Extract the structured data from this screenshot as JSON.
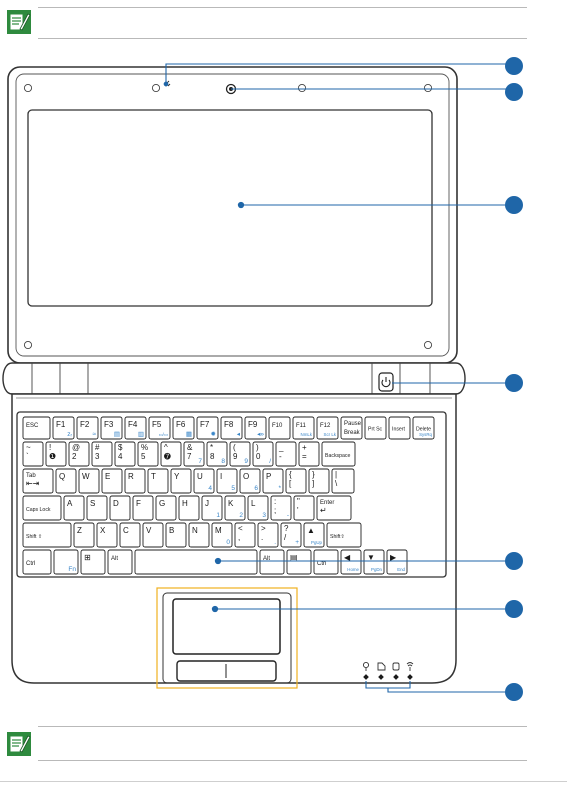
{
  "keyboard": {
    "rows": [
      [
        {
          "w": 27,
          "lines": [
            "ESC"
          ]
        },
        {
          "w": 21,
          "lines": [
            "F1"
          ],
          "fn": "zᵣ"
        },
        {
          "w": 21,
          "lines": [
            "F2"
          ],
          "fn": "≈"
        },
        {
          "w": 21,
          "lines": [
            "F3"
          ],
          "fn": "▤"
        },
        {
          "w": 21,
          "lines": [
            "F4"
          ],
          "fn": "▥"
        },
        {
          "w": 21,
          "lines": [
            "F5"
          ],
          "fn": "▭/▭"
        },
        {
          "w": 21,
          "lines": [
            "F6"
          ],
          "fn": "▦"
        },
        {
          "w": 21,
          "lines": [
            "F7"
          ],
          "fn": "✹"
        },
        {
          "w": 21,
          "lines": [
            "F8"
          ],
          "fn": "◂"
        },
        {
          "w": 21,
          "lines": [
            "F9"
          ],
          "fn": "◂»"
        },
        {
          "w": 21,
          "lines": [
            "F10"
          ]
        },
        {
          "w": 21,
          "lines": [
            "F11"
          ],
          "fn": "NmLk"
        },
        {
          "w": 21,
          "lines": [
            "F12"
          ],
          "fn": "Scr Lk"
        },
        {
          "w": 21,
          "lines": [
            "Pause",
            "Break"
          ]
        },
        {
          "w": 21,
          "lines": [
            "Prt Sc"
          ]
        },
        {
          "w": 21,
          "lines": [
            "Insert"
          ]
        },
        {
          "w": 21,
          "lines": [
            "Delete"
          ],
          "fn": "SysRq"
        }
      ],
      [
        {
          "w": 20,
          "lines": [
            "~",
            "`"
          ]
        },
        {
          "w": 20,
          "lines": [
            "!",
            "❶"
          ]
        },
        {
          "w": 20,
          "lines": [
            "@",
            "2"
          ]
        },
        {
          "w": 20,
          "lines": [
            "#",
            "3"
          ]
        },
        {
          "w": 20,
          "lines": [
            "$",
            "4"
          ]
        },
        {
          "w": 20,
          "lines": [
            "%",
            "5"
          ]
        },
        {
          "w": 20,
          "lines": [
            "^",
            "➐"
          ]
        },
        {
          "w": 20,
          "lines": [
            "&",
            "7"
          ],
          "fn": "7"
        },
        {
          "w": 20,
          "lines": [
            "*",
            "8"
          ],
          "fn": "8"
        },
        {
          "w": 20,
          "lines": [
            "(",
            "9"
          ],
          "fn": "9"
        },
        {
          "w": 20,
          "lines": [
            ")",
            "0"
          ],
          "fn": "/"
        },
        {
          "w": 20,
          "lines": [
            "_",
            "-"
          ]
        },
        {
          "w": 20,
          "lines": [
            "+",
            "="
          ]
        },
        {
          "w": 33,
          "lines": [
            "Backspace"
          ]
        }
      ],
      [
        {
          "w": 30,
          "lines": [
            "Tab",
            "⇤⇥"
          ]
        },
        {
          "w": 20,
          "lines": [
            "Q"
          ]
        },
        {
          "w": 20,
          "lines": [
            "W"
          ]
        },
        {
          "w": 20,
          "lines": [
            "E"
          ]
        },
        {
          "w": 20,
          "lines": [
            "R"
          ]
        },
        {
          "w": 20,
          "lines": [
            "T"
          ]
        },
        {
          "w": 20,
          "lines": [
            "Y"
          ]
        },
        {
          "w": 20,
          "lines": [
            "U"
          ],
          "fn": "4"
        },
        {
          "w": 20,
          "lines": [
            "I"
          ],
          "fn": "5"
        },
        {
          "w": 20,
          "lines": [
            "O"
          ],
          "fn": "6"
        },
        {
          "w": 20,
          "lines": [
            "P"
          ],
          "fn": "*"
        },
        {
          "w": 20,
          "lines": [
            "{",
            "["
          ]
        },
        {
          "w": 20,
          "lines": [
            "}",
            "]"
          ]
        },
        {
          "w": 22,
          "lines": [
            "|",
            "\\"
          ]
        }
      ],
      [
        {
          "w": 38,
          "lines": [
            "Caps Lock"
          ]
        },
        {
          "w": 20,
          "lines": [
            "A"
          ]
        },
        {
          "w": 20,
          "lines": [
            "S"
          ]
        },
        {
          "w": 20,
          "lines": [
            "D"
          ]
        },
        {
          "w": 20,
          "lines": [
            "F"
          ]
        },
        {
          "w": 20,
          "lines": [
            "G"
          ]
        },
        {
          "w": 20,
          "lines": [
            "H"
          ]
        },
        {
          "w": 20,
          "lines": [
            "J"
          ],
          "fn": "1"
        },
        {
          "w": 20,
          "lines": [
            "K"
          ],
          "fn": "2"
        },
        {
          "w": 20,
          "lines": [
            "L"
          ],
          "fn": "3"
        },
        {
          "w": 20,
          "lines": [
            ":",
            ";"
          ],
          "fn": "-"
        },
        {
          "w": 20,
          "lines": [
            "\"",
            "'"
          ]
        },
        {
          "w": 34,
          "lines": [
            "Enter",
            "↵"
          ]
        }
      ],
      [
        {
          "w": 48,
          "lines": [
            "Shift ⇧"
          ]
        },
        {
          "w": 20,
          "lines": [
            "Z"
          ]
        },
        {
          "w": 20,
          "lines": [
            "X"
          ]
        },
        {
          "w": 20,
          "lines": [
            "C"
          ]
        },
        {
          "w": 20,
          "lines": [
            "V"
          ]
        },
        {
          "w": 20,
          "lines": [
            "B"
          ]
        },
        {
          "w": 20,
          "lines": [
            "N"
          ]
        },
        {
          "w": 20,
          "lines": [
            "M"
          ],
          "fn": "0"
        },
        {
          "w": 20,
          "lines": [
            "<",
            ","
          ]
        },
        {
          "w": 20,
          "lines": [
            ">",
            "."
          ],
          "fn": "."
        },
        {
          "w": 20,
          "lines": [
            "?",
            "/"
          ],
          "fn": "+"
        },
        {
          "w": 20,
          "lines": [
            "▲"
          ],
          "fn": "PgUp"
        },
        {
          "w": 34,
          "lines": [
            "Shift⇧"
          ]
        }
      ],
      [
        {
          "w": 28,
          "lines": [
            "Ctrl"
          ]
        },
        {
          "w": 24,
          "lines": [
            ""
          ],
          "fn": "Fn"
        },
        {
          "w": 24,
          "lines": [
            "⊞"
          ]
        },
        {
          "w": 24,
          "lines": [
            "Alt"
          ]
        },
        {
          "w": 122,
          "lines": [
            ""
          ]
        },
        {
          "w": 24,
          "lines": [
            "Alt"
          ]
        },
        {
          "w": 24,
          "lines": [
            "▤"
          ]
        },
        {
          "w": 24,
          "lines": [
            "Ctrl"
          ]
        },
        {
          "w": 20,
          "lines": [
            "◀"
          ],
          "fn": "Home"
        },
        {
          "w": 20,
          "lines": [
            "▼"
          ],
          "fn": "PgDn"
        },
        {
          "w": 20,
          "lines": [
            "▶"
          ],
          "fn": "End"
        }
      ]
    ]
  }
}
